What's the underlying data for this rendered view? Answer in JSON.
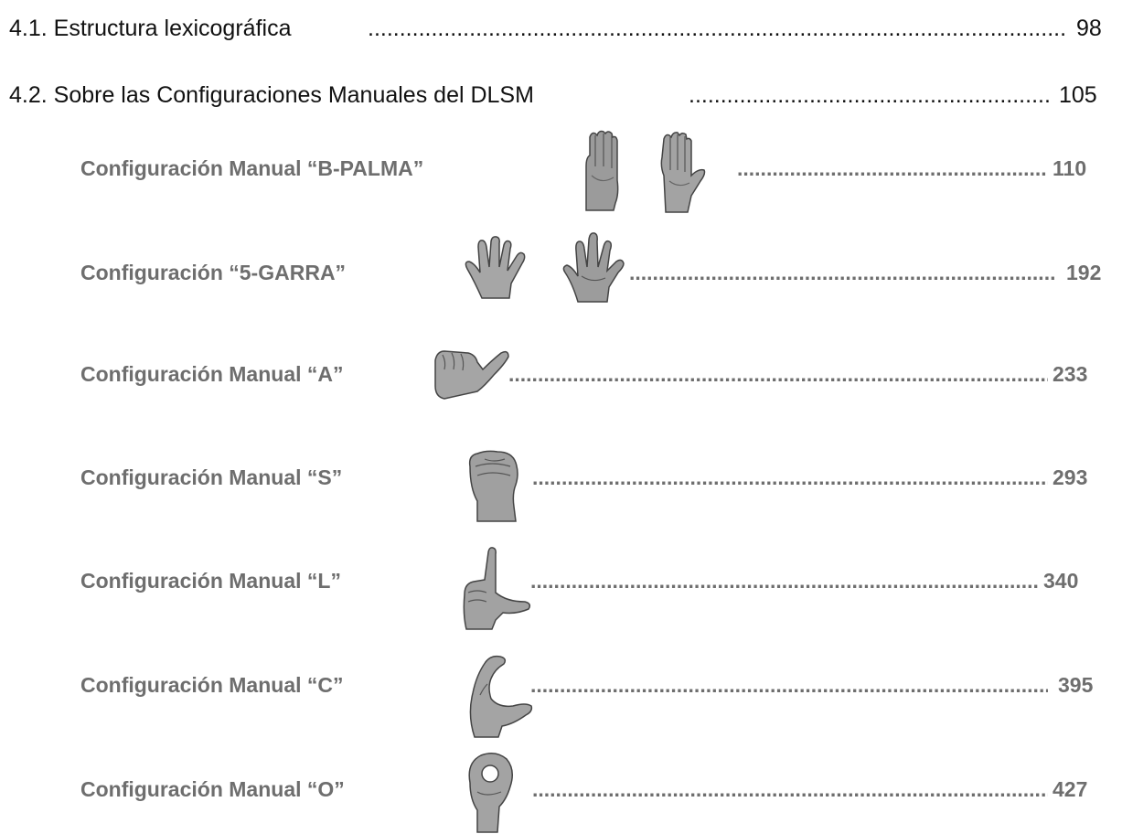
{
  "toc": {
    "sections": [
      {
        "label": "4.1. Estructura lexicográfica",
        "page": "98"
      },
      {
        "label": "4.2. Sobre las Configuraciones Manuales del DLSM",
        "page": "105"
      }
    ],
    "entries": [
      {
        "label": "Configuración Manual “B-PALMA”",
        "page": "110",
        "icons": [
          "b-palma-hand-front-icon",
          "b-palma-hand-side-icon"
        ]
      },
      {
        "label": "Configuración “5-GARRA”",
        "page": "192",
        "icons": [
          "5-open-hand-icon",
          "5-claw-hand-icon"
        ]
      },
      {
        "label": "Configuración Manual “A”",
        "page": "233",
        "icons": [
          "a-hand-icon"
        ]
      },
      {
        "label": "Configuración Manual “S”",
        "page": "293",
        "icons": [
          "s-fist-hand-icon"
        ]
      },
      {
        "label": "Configuración Manual “L”",
        "page": "340",
        "icons": [
          "l-hand-icon"
        ]
      },
      {
        "label": "Configuración Manual “C”",
        "page": "395",
        "icons": [
          "c-hand-icon"
        ]
      },
      {
        "label": "Configuración Manual “O”",
        "page": "427",
        "icons": [
          "o-hand-icon"
        ]
      }
    ]
  }
}
